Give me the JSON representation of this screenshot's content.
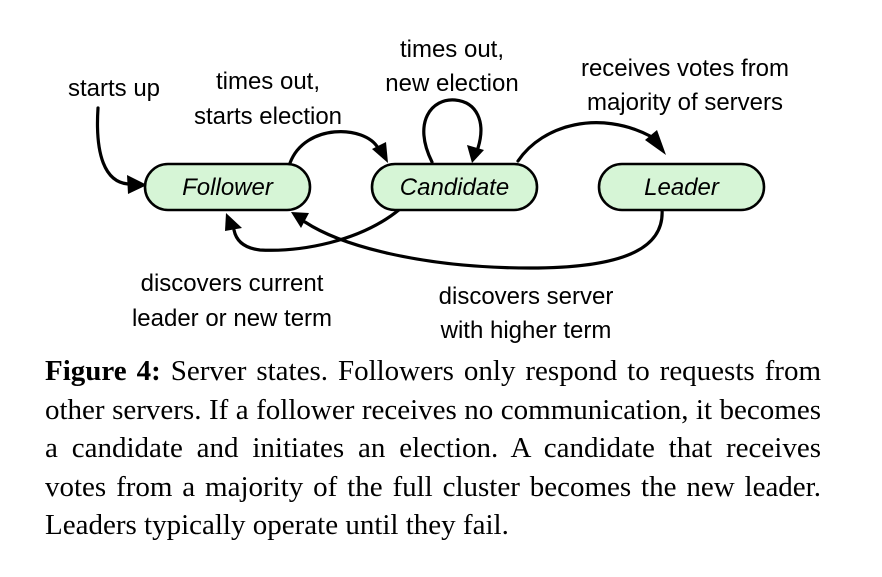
{
  "colors": {
    "state_fill": "#d6f5d6",
    "ink": "#000000",
    "background": "#ffffff"
  },
  "diagram": {
    "states": {
      "follower": "Follower",
      "candidate": "Candidate",
      "leader": "Leader"
    },
    "edges": {
      "start": [
        "starts up"
      ],
      "follower_to_candidate": [
        "times out,",
        "starts election"
      ],
      "candidate_self": [
        "times out,",
        "new election"
      ],
      "candidate_to_leader": [
        "receives votes from",
        "majority of servers"
      ],
      "candidate_to_follower": [
        "discovers current",
        "leader or new term"
      ],
      "leader_to_follower": [
        "discovers server",
        "with higher term"
      ]
    }
  },
  "caption": {
    "label": "Figure 4:",
    "text": "Server states. Followers only respond to requests from other servers. If a follower receives no communication, it becomes a candidate and initiates an election. A candidate that receives votes from a majority of the full cluster becomes the new leader. Leaders typically operate until they fail."
  }
}
